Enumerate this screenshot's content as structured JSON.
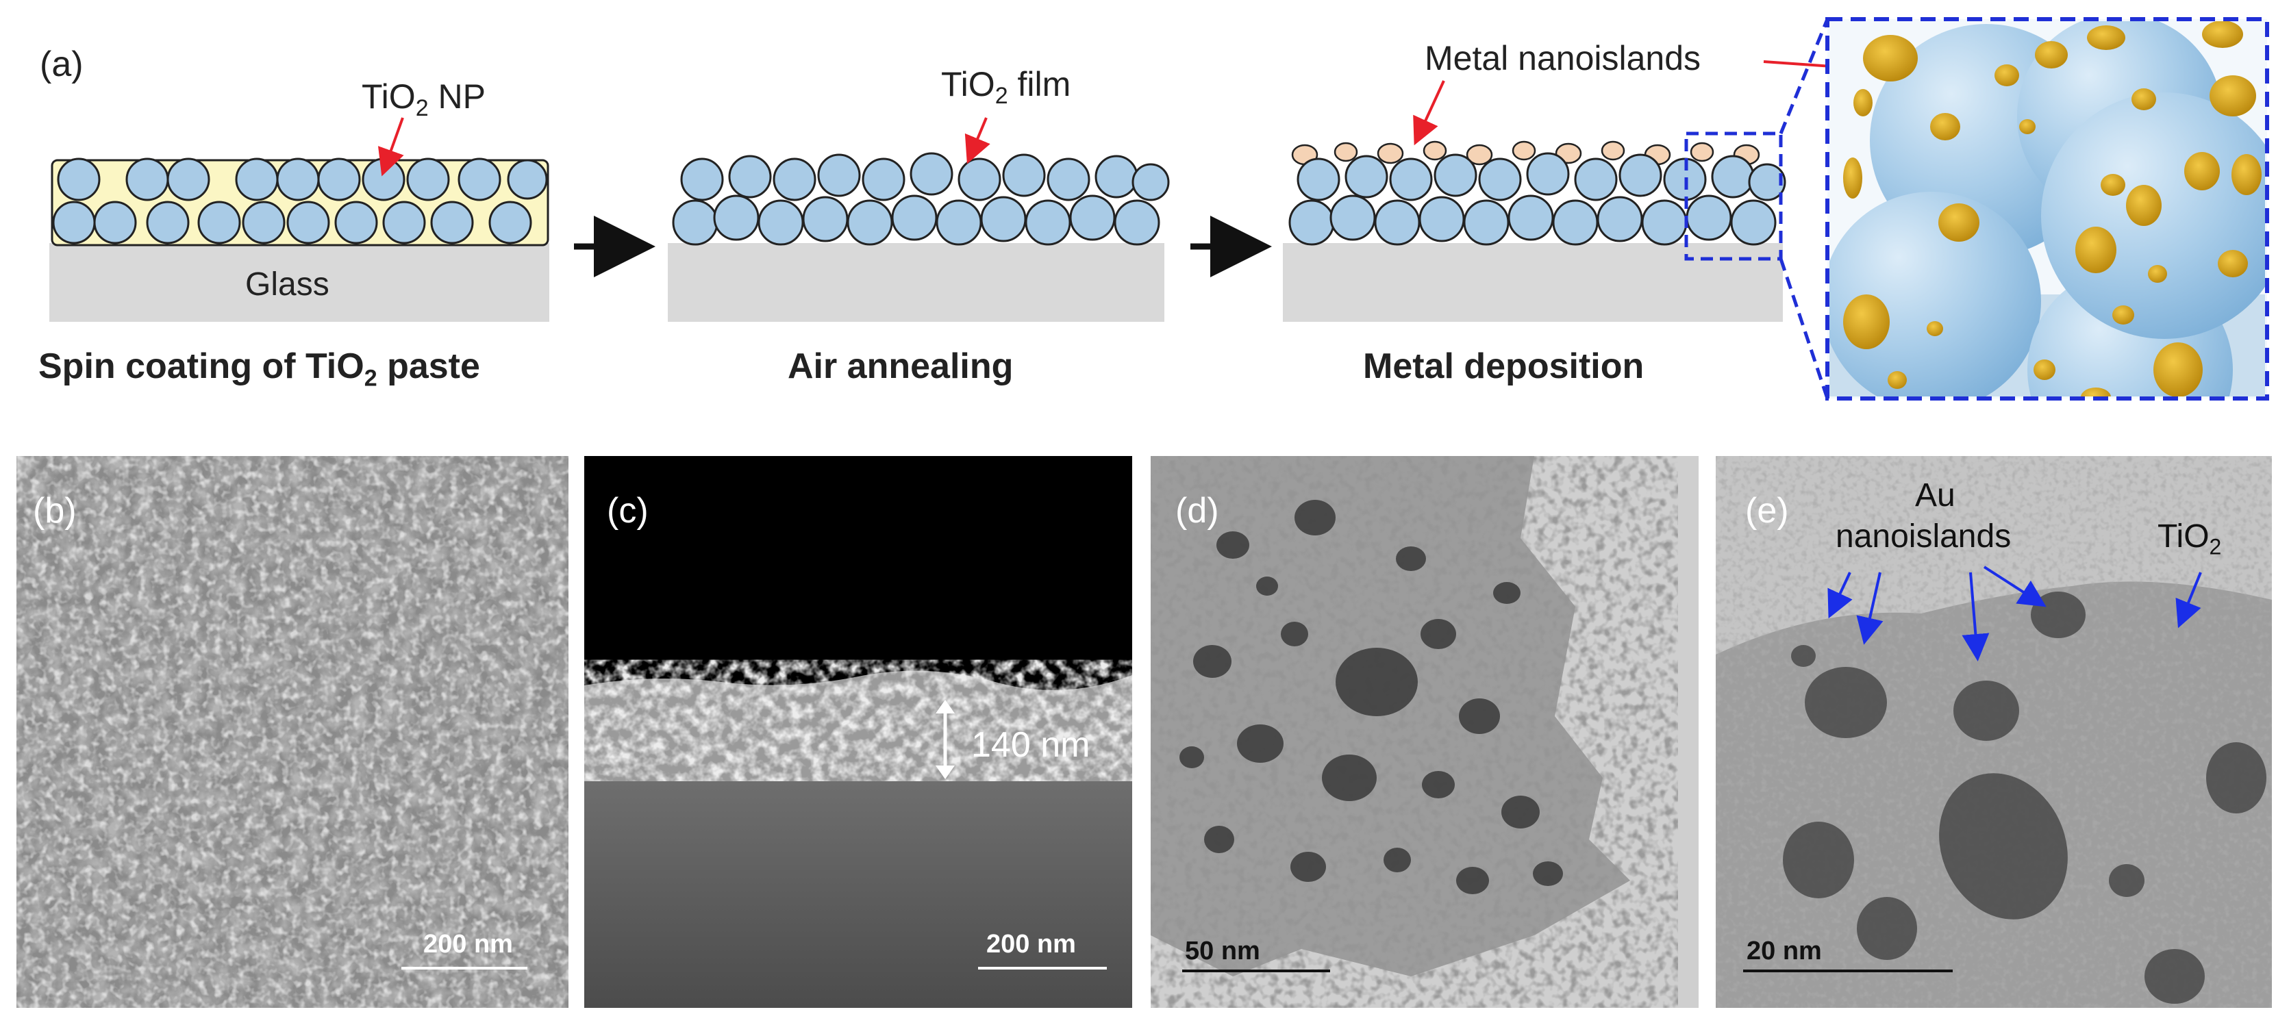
{
  "panel_a": {
    "label": "(a)",
    "callouts": {
      "np": {
        "prefix": "TiO",
        "sub": "2",
        "suffix": " NP"
      },
      "film": {
        "prefix": "TiO",
        "sub": "2",
        "suffix": " film"
      },
      "islands": "Metal nanoislands"
    },
    "glass_label": "Glass",
    "steps": [
      {
        "prefix": "Spin coating of TiO",
        "sub": "2",
        "suffix": " paste"
      },
      {
        "prefix": "Air annealing",
        "sub": "",
        "suffix": ""
      },
      {
        "prefix": "Metal deposition",
        "sub": "",
        "suffix": ""
      }
    ]
  },
  "panel_b": {
    "label": "(b)",
    "scale": "200 nm"
  },
  "panel_c": {
    "label": "(c)",
    "scale": "200 nm",
    "thickness": "140 nm"
  },
  "panel_d": {
    "label": "(d)",
    "scale": "50 nm"
  },
  "panel_e": {
    "label": "(e)",
    "scale": "20 nm",
    "annotation_au_line1": "Au",
    "annotation_au_line2": "nanoislands",
    "annotation_tio2": {
      "prefix": "TiO",
      "sub": "2"
    }
  },
  "colors": {
    "particle": "#a9cbe6",
    "particle_stroke": "#222222",
    "paste": "#fbf6c4",
    "glass": "#d9d9d9",
    "island": "#f5d3b5",
    "gold": "#d4a017",
    "arrow_red": "#e8202a",
    "arrow_blue": "#1a2ee8",
    "dashed_blue": "#1f2fd6"
  }
}
